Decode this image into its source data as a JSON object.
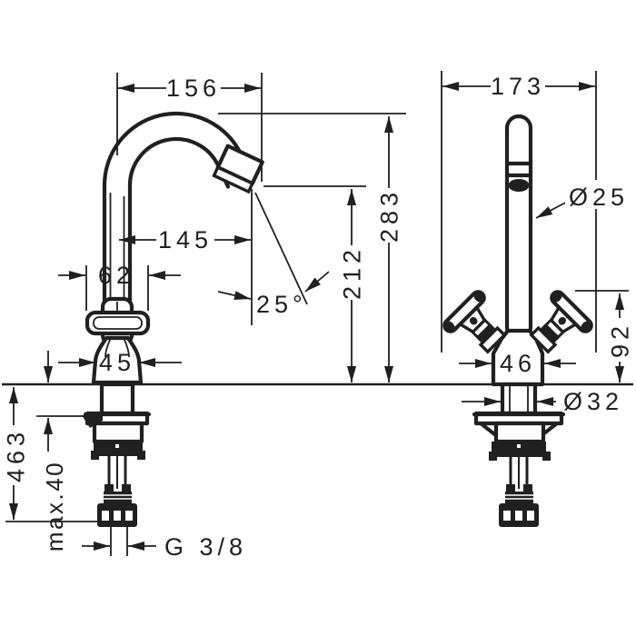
{
  "figure": {
    "kind": "technical dimension drawing",
    "subject": "two-handle basin mixer tap with swan-neck spout, side view (left) and front view (right)",
    "background": "#ffffff",
    "line_color": "#202020"
  },
  "dims": {
    "d156": "156",
    "d145": "145",
    "d62": "62",
    "d45": "45",
    "angle25": "25°",
    "d212": "212",
    "d283": "283",
    "d463": "463",
    "max40": "max.40",
    "thread": "G 3/8",
    "d173": "173",
    "dia25": "Ø25",
    "d92": "92",
    "d46": "46",
    "dia32": "Ø32"
  }
}
